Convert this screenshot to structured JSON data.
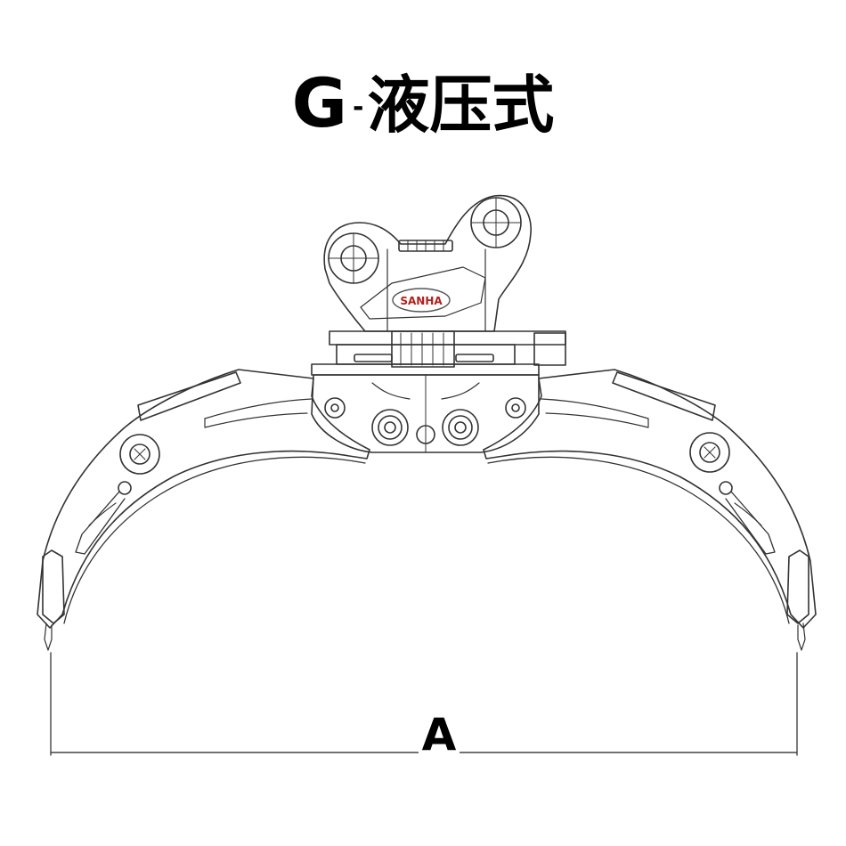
{
  "title": {
    "main": "G",
    "separator": "-",
    "rest": "液压式"
  },
  "logo": {
    "text": "SANHA",
    "color": "#b0201c"
  },
  "dimension": {
    "label": "A"
  },
  "colors": {
    "line": "#333333",
    "text": "#000000",
    "background": "#ffffff"
  }
}
